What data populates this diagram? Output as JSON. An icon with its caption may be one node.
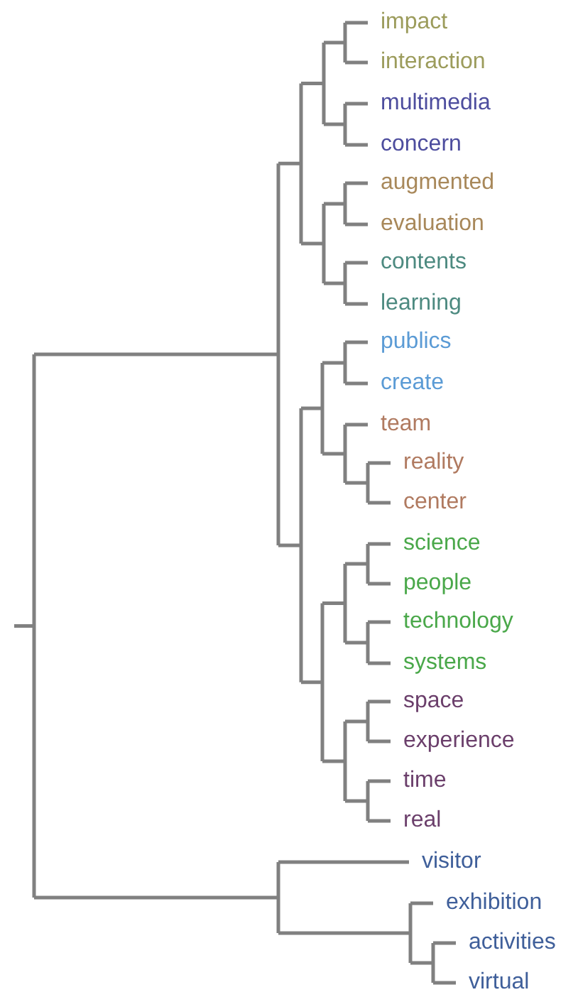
{
  "diagram": {
    "labels": [
      "impact",
      "interaction",
      "multimedia",
      "concern",
      "augmented",
      "evaluation",
      "contents",
      "learning",
      "publics",
      "create",
      "team",
      "reality",
      "center",
      "science",
      "people",
      "technology",
      "systems",
      "space",
      "experience",
      "time",
      "real",
      "visitor",
      "exhibition",
      "activities",
      "virtual"
    ]
  }
}
